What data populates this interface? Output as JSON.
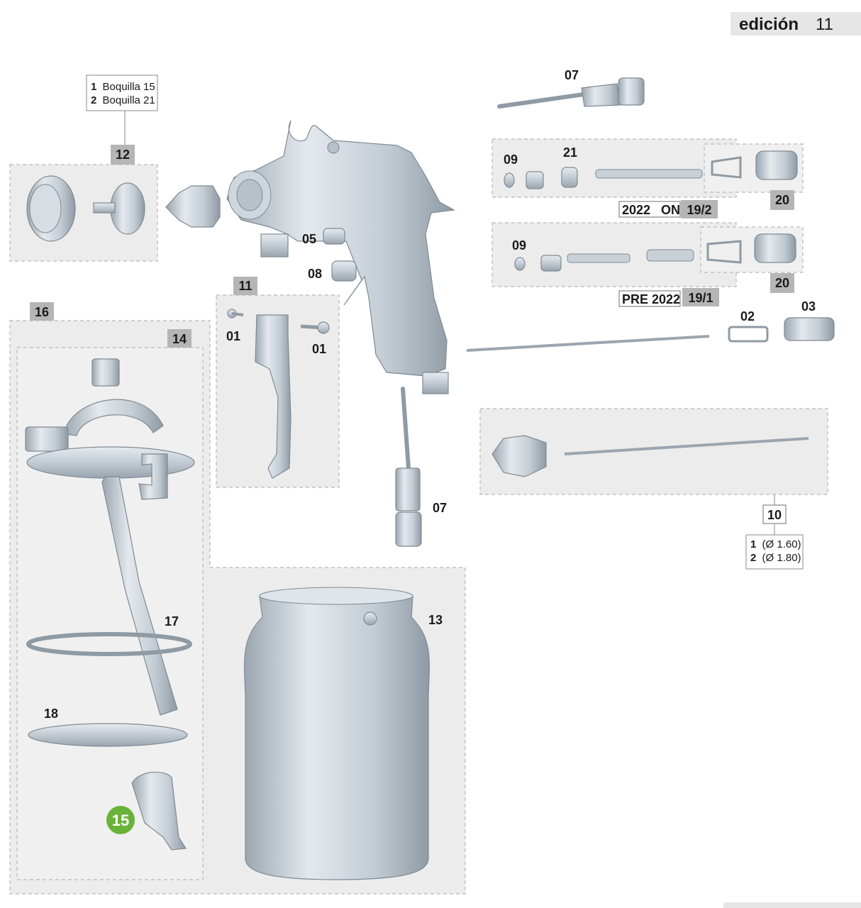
{
  "header": {
    "edition_word": "edición",
    "edition_number": "11"
  },
  "nozzle_options": {
    "line1_num": "1",
    "line1_text": "Boquilla 15",
    "line2_num": "2",
    "line2_text": "Boquilla 21"
  },
  "tip_options": {
    "line1_num": "1",
    "line1_text": "(Ø 1.60)",
    "line2_num": "2",
    "line2_text": "(Ø 1.80)"
  },
  "version_labels": {
    "new": {
      "text": "2022   ON",
      "code": "19/2"
    },
    "old": {
      "text": "PRE 2022",
      "code": "19/1"
    }
  },
  "tags": {
    "t12": "12",
    "t11": "11",
    "t16": "16",
    "t14": "14",
    "t20a": "20",
    "t20b": "20",
    "t10": "10"
  },
  "part_labels": {
    "p07_top": "07",
    "p09_a": "09",
    "p21": "21",
    "p09_b": "09",
    "p05": "05",
    "p08": "08",
    "p01_a": "01",
    "p01_b": "01",
    "p02": "02",
    "p03": "03",
    "p07_bottom": "07",
    "p17": "17",
    "p18": "18",
    "p13": "13",
    "p15": "15"
  },
  "colors": {
    "tag_gray": "#b5b5b5",
    "zone_gray": "#ececec",
    "highlight_green": "#6ab23a"
  }
}
